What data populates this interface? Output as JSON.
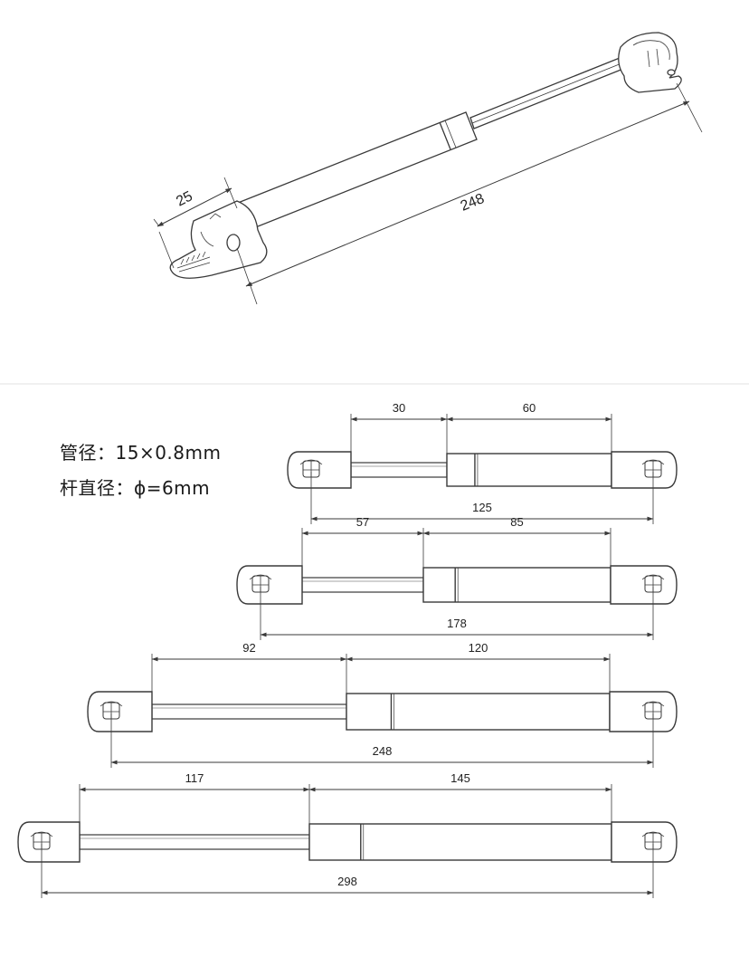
{
  "iso_view": {
    "dim_short": "25",
    "dim_long": "248"
  },
  "specs": {
    "tube_diameter": "管径：15×0.8mm",
    "rod_diameter": "杆直径：ϕ=6mm"
  },
  "springs": [
    {
      "rod": "30",
      "tube": "60",
      "total": "125"
    },
    {
      "rod": "57",
      "tube": "85",
      "total": "178"
    },
    {
      "rod": "92",
      "tube": "120",
      "total": "248"
    },
    {
      "rod": "117",
      "tube": "145",
      "total": "298"
    }
  ],
  "colors": {
    "line": "#3a3a3a",
    "body": "#ffffff",
    "divider": "#dddddd"
  }
}
